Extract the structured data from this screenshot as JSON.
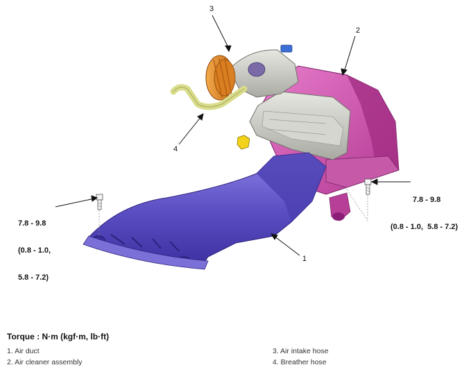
{
  "callouts": {
    "c1": "1",
    "c2": "2",
    "c3": "3",
    "c4": "4"
  },
  "torque_left": {
    "line1": "7.8 - 9.8",
    "line2": "(0.8 - 1.0,",
    "line3": "5.8 - 7.2)"
  },
  "torque_right": {
    "line1": "7.8 - 9.8",
    "line2": "(0.8 - 1.0,  5.8 - 7.2)"
  },
  "torque_heading": "Torque : N·m (kgf·m, lb·ft)",
  "legend": {
    "item1": "1. Air duct",
    "item2": "2. Air cleaner assembly",
    "item3": "3. Air intake hose",
    "item4": "4. Breather hose"
  },
  "colors": {
    "air_duct": "#5b4fc4",
    "air_cleaner": "#d64fb0",
    "intake_hose": "#e08a2a",
    "breather_hose": "#d9dc8a",
    "filter_cover": "#c9cbc4"
  }
}
